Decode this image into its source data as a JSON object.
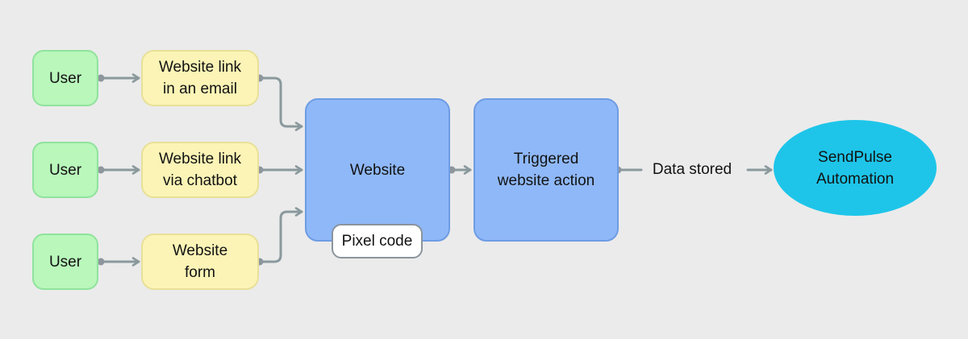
{
  "canvas": {
    "background": "#ebebeb"
  },
  "palette": {
    "user_fill": "#b9f7bb",
    "user_border": "#90e39c",
    "source_fill": "#fbf4b6",
    "source_border": "#e9e098",
    "process_fill": "#8fb8f8",
    "process_border": "#6e9ce4",
    "automation_fill": "#1ec5e9",
    "connector": "#8a999d",
    "connector_dot": "#8d969c",
    "badge_bg": "#ffffff",
    "badge_border": "#8b949c",
    "text": "#121212"
  },
  "rows": [
    {
      "user": "User",
      "source": "Website link\nin an email"
    },
    {
      "user": "User",
      "source": "Website link\nvia chatbot"
    },
    {
      "user": "User",
      "source": "Website\nform"
    }
  ],
  "nodes": {
    "website": "Website",
    "pixel_badge": "Pixel code",
    "triggered": "Triggered\nwebsite action",
    "edge_label": "Data stored",
    "automation": "SendPulse\nAutomation"
  }
}
